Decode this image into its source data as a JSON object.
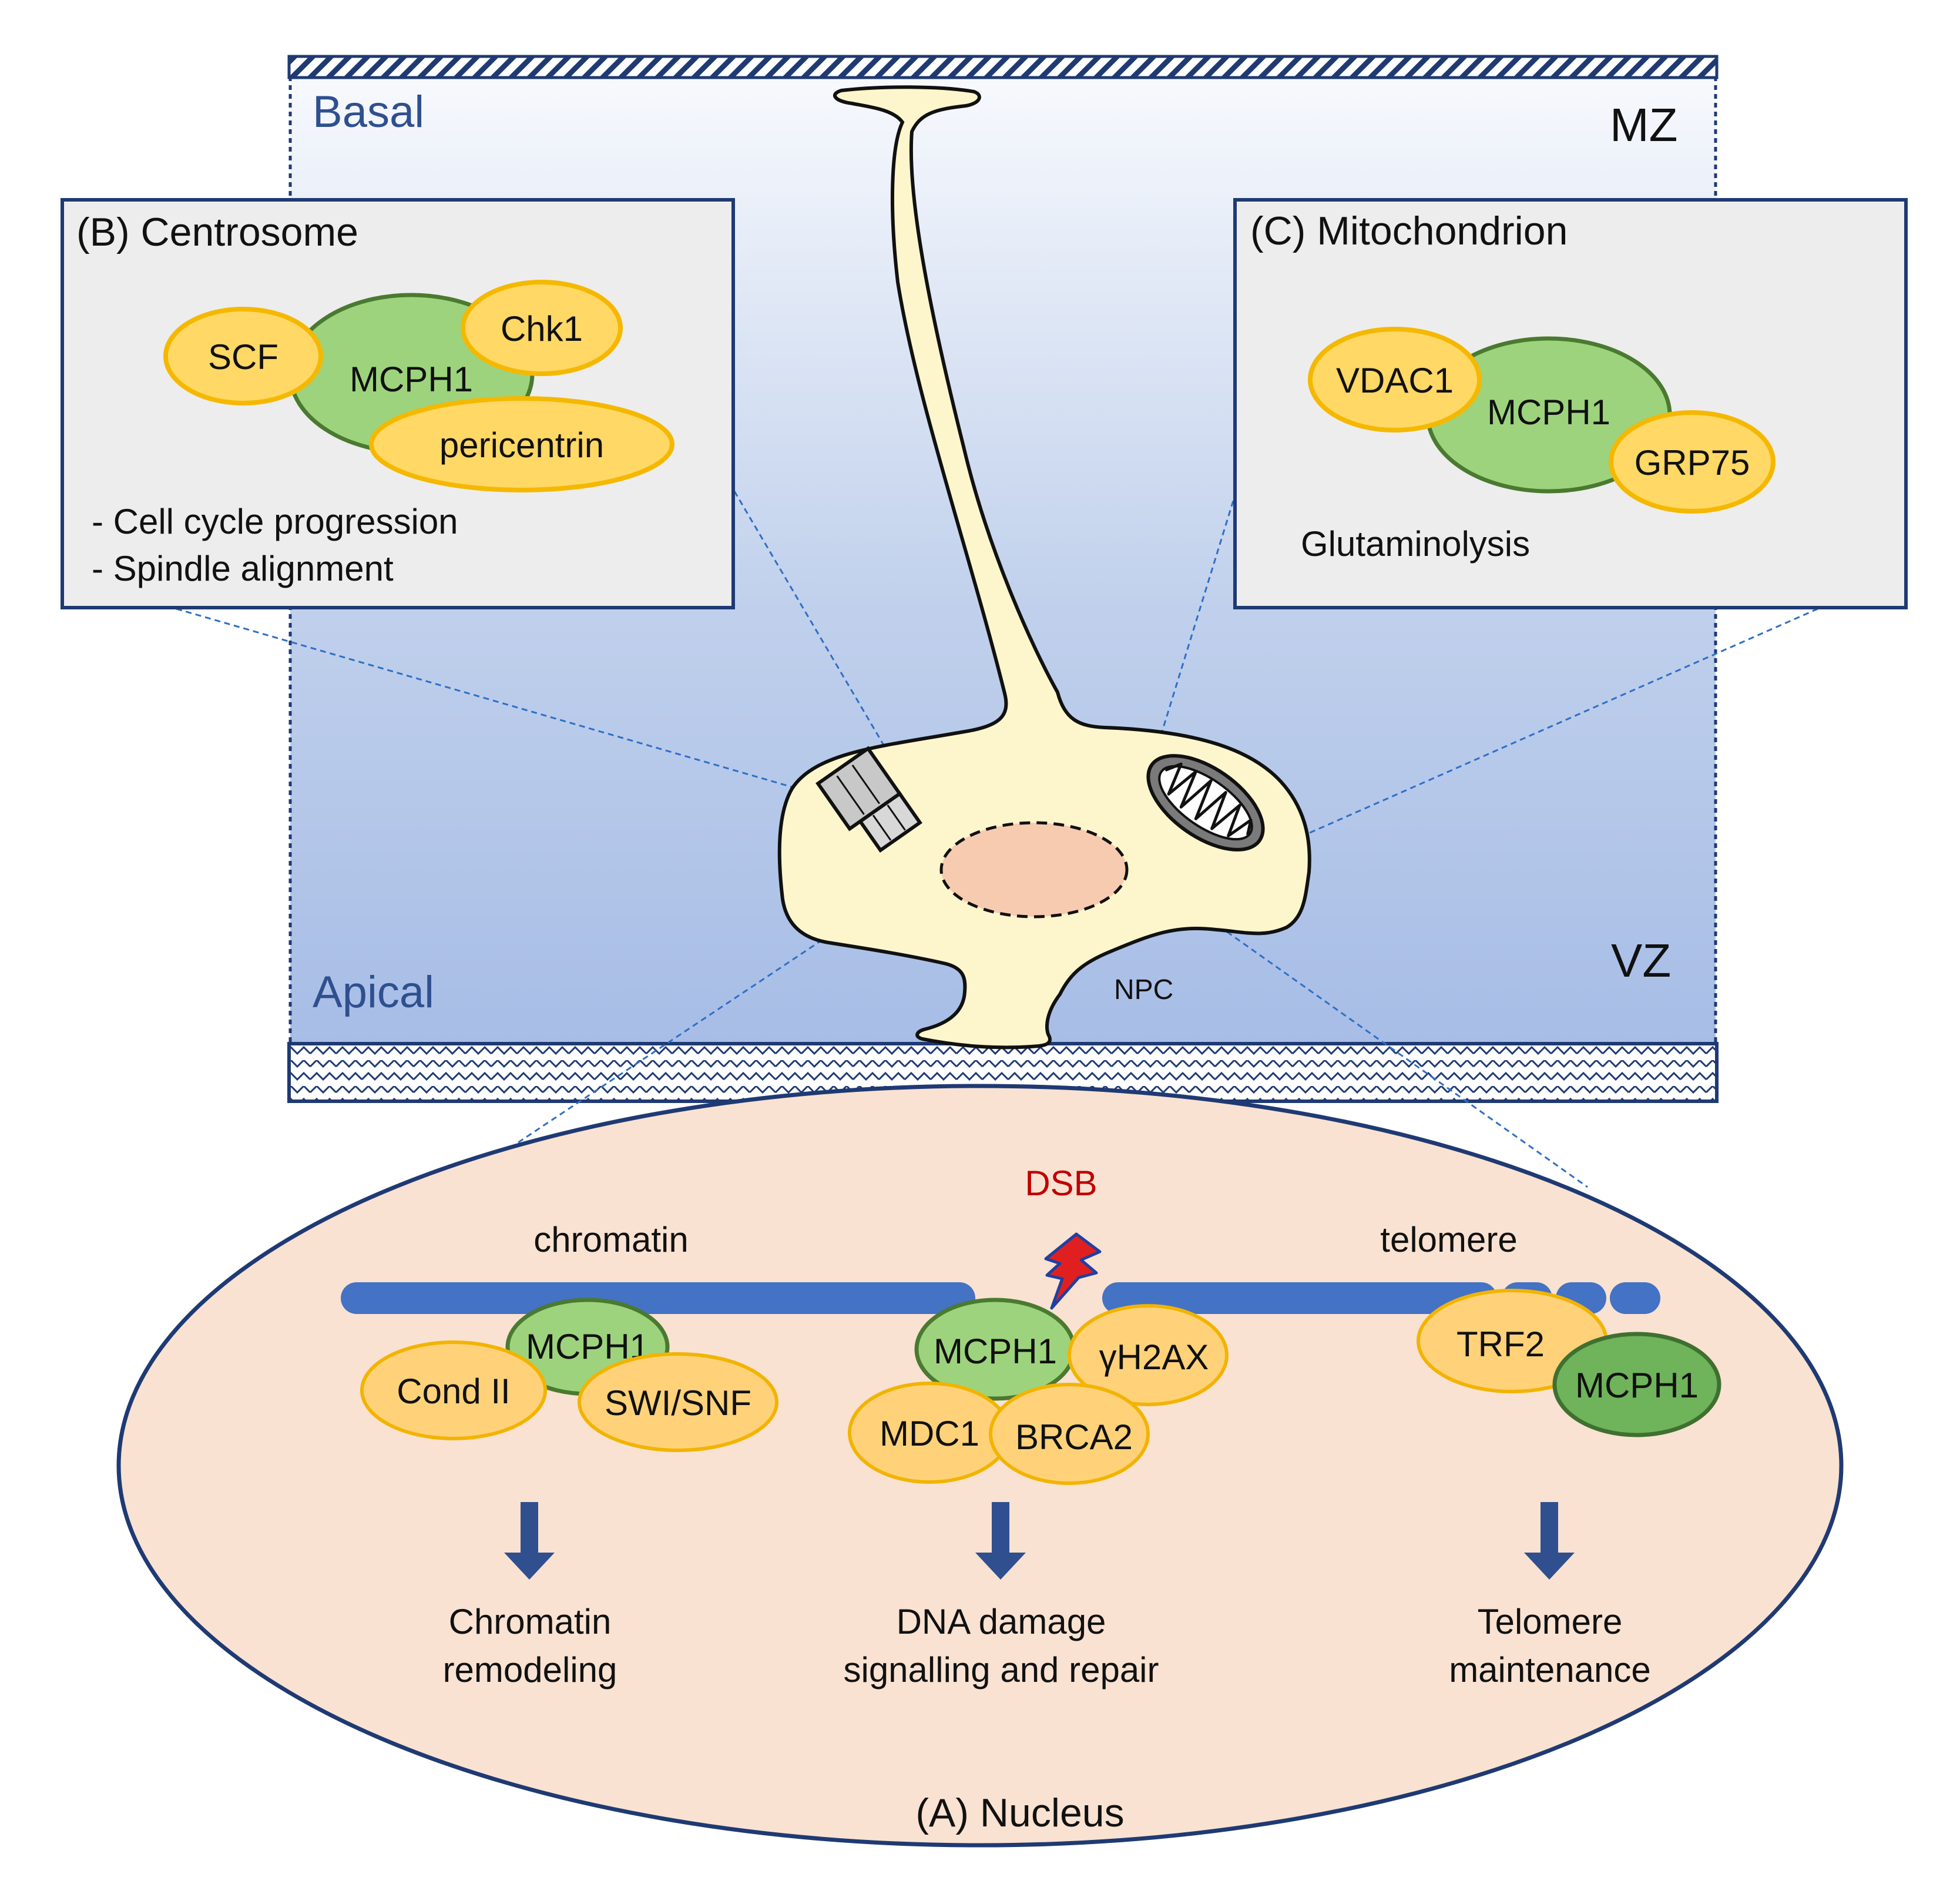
{
  "tissue": {
    "basal": "Basal",
    "apical": "Apical",
    "mz": "MZ",
    "vz": "VZ",
    "npc": "NPC"
  },
  "centrosome_box": {
    "title": "(B) Centrosome",
    "proteins": [
      "SCF",
      "MCPH1",
      "Chk1",
      "pericentrin"
    ],
    "functions": [
      "- Cell cycle progression",
      "- Spindle alignment"
    ]
  },
  "mito_box": {
    "title": "(C) Mitochondrion",
    "proteins": [
      "VDAC1",
      "MCPH1",
      "GRP75"
    ],
    "function": "Glutaminolysis"
  },
  "nucleus": {
    "title": "(A) Nucleus",
    "dsb": "DSB",
    "chromatin": "chromatin",
    "telomere": "telomere",
    "chromatin_proteins": [
      "MCPH1",
      "Cond II",
      "SWI/SNF"
    ],
    "dsb_proteins": [
      "MCPH1",
      "γH2AX",
      "MDC1",
      "BRCA2"
    ],
    "telomere_proteins": [
      "TRF2",
      "MCPH1"
    ],
    "outcomes": [
      [
        "Chromatin",
        "remodeling"
      ],
      [
        "DNA damage",
        "signalling and repair"
      ],
      [
        "Telomere",
        "maintenance"
      ]
    ]
  },
  "colors": {
    "green": "#9dd37d",
    "green_stroke": "#4a7a30",
    "yellow": "#ffd865",
    "yellow_stroke": "#f5b800",
    "orange": "#ffd27a",
    "orange_stroke": "#f2b400",
    "navy": "#1f3a73",
    "chromosome": "#4472c4",
    "label_blue": "#2f4f8f",
    "nucleus_fill": "#f9e2d2",
    "cell_fill": "#fdf6cc",
    "dsb_red": "#c00000"
  }
}
